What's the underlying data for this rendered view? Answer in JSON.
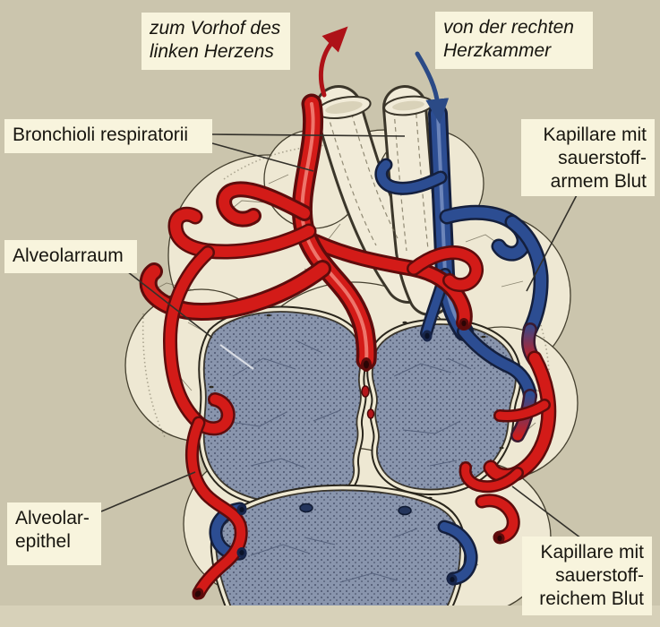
{
  "figure": {
    "kind": "anatomical diagram of pulmonary alveoli with capillaries",
    "language": "German"
  },
  "labels": {
    "zum_vorhof": {
      "lines": [
        "zum Vorhof des",
        "linken Herzens"
      ]
    },
    "von_der_rechten": {
      "lines": [
        "von der rechten",
        "Herzkammer"
      ]
    },
    "bronchioli": {
      "lines": [
        "Bronchioli respiratorii"
      ]
    },
    "alveolarraum": {
      "lines": [
        "Alveolarraum"
      ]
    },
    "kapillare_arm": {
      "lines": [
        "Kapillare mit",
        "sauerstoff-",
        "armem Blut"
      ]
    },
    "alveolarepithel": {
      "lines": [
        "Alveolar-",
        "epithel"
      ]
    },
    "kapillare_reich": {
      "lines": [
        "Kapillare mit",
        "sauerstoff-",
        "reichem Blut"
      ]
    }
  },
  "icons": {
    "red_arrow": "curved-arrow-up (blood flow to left atrium)",
    "blue_arrow": "curved-arrow-down (blood flow from right ventricle)"
  },
  "colors": {
    "background": "#cbc5ad",
    "label_box": "#f8f4dd",
    "text": "#17150f",
    "oxygen_rich_vessel": "#d31b18",
    "oxygen_poor_vessel": "#2c4d92",
    "alveolar_space": "#8995ad",
    "lobule_surface": "#eee8d3",
    "arrow_red": "#ae1218",
    "arrow_blue": "#2b4a86"
  }
}
